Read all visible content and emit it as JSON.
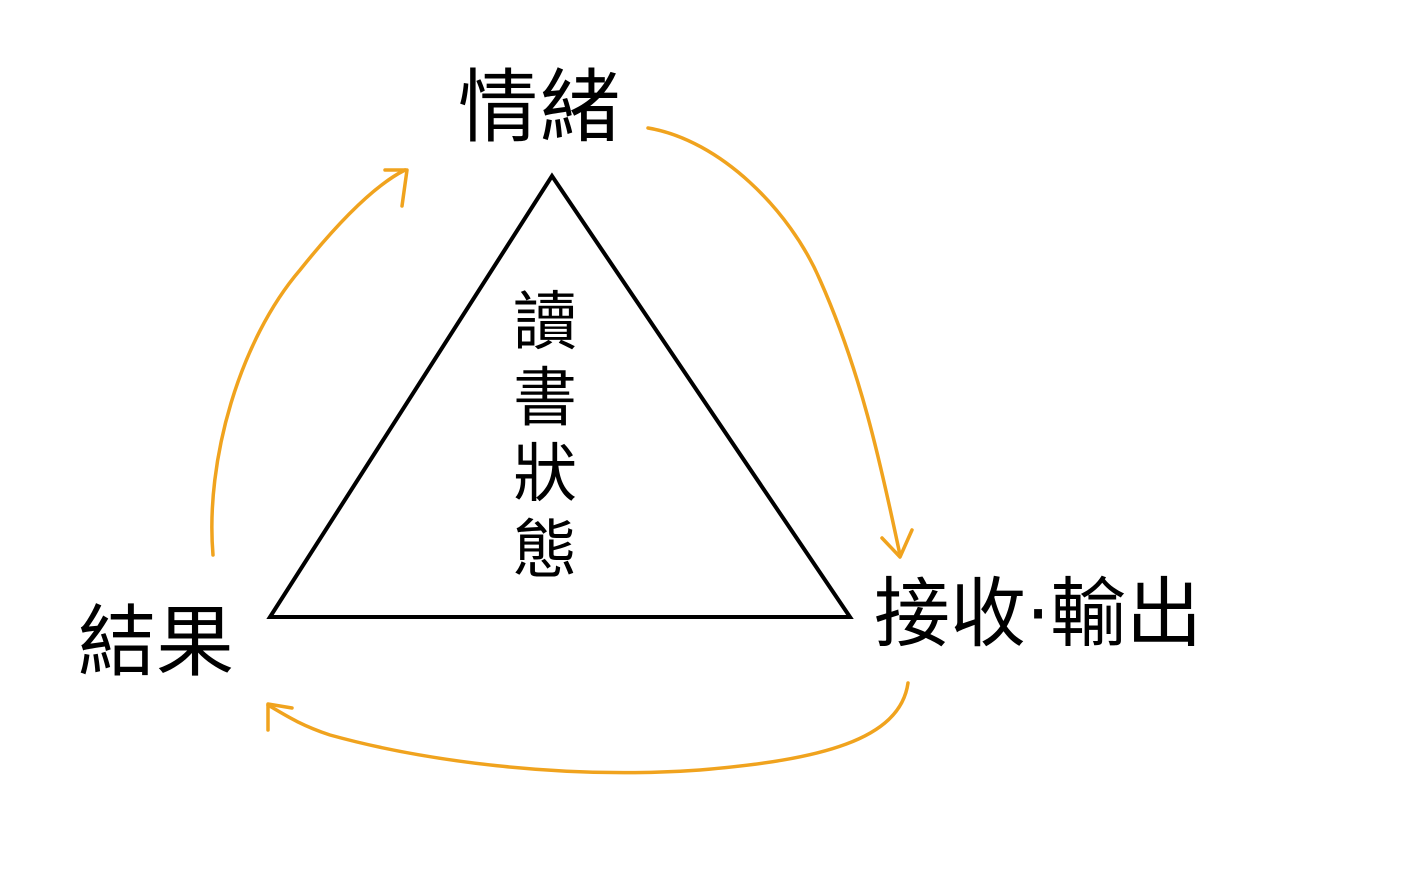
{
  "title": "讀書狀態",
  "nodes": {
    "top": "情緒",
    "bottom_right": "接收·輸出",
    "bottom_left": "結果"
  },
  "center_label": "讀書狀態",
  "colors": {
    "arrow": "#F0A31E",
    "triangle": "#000000"
  }
}
